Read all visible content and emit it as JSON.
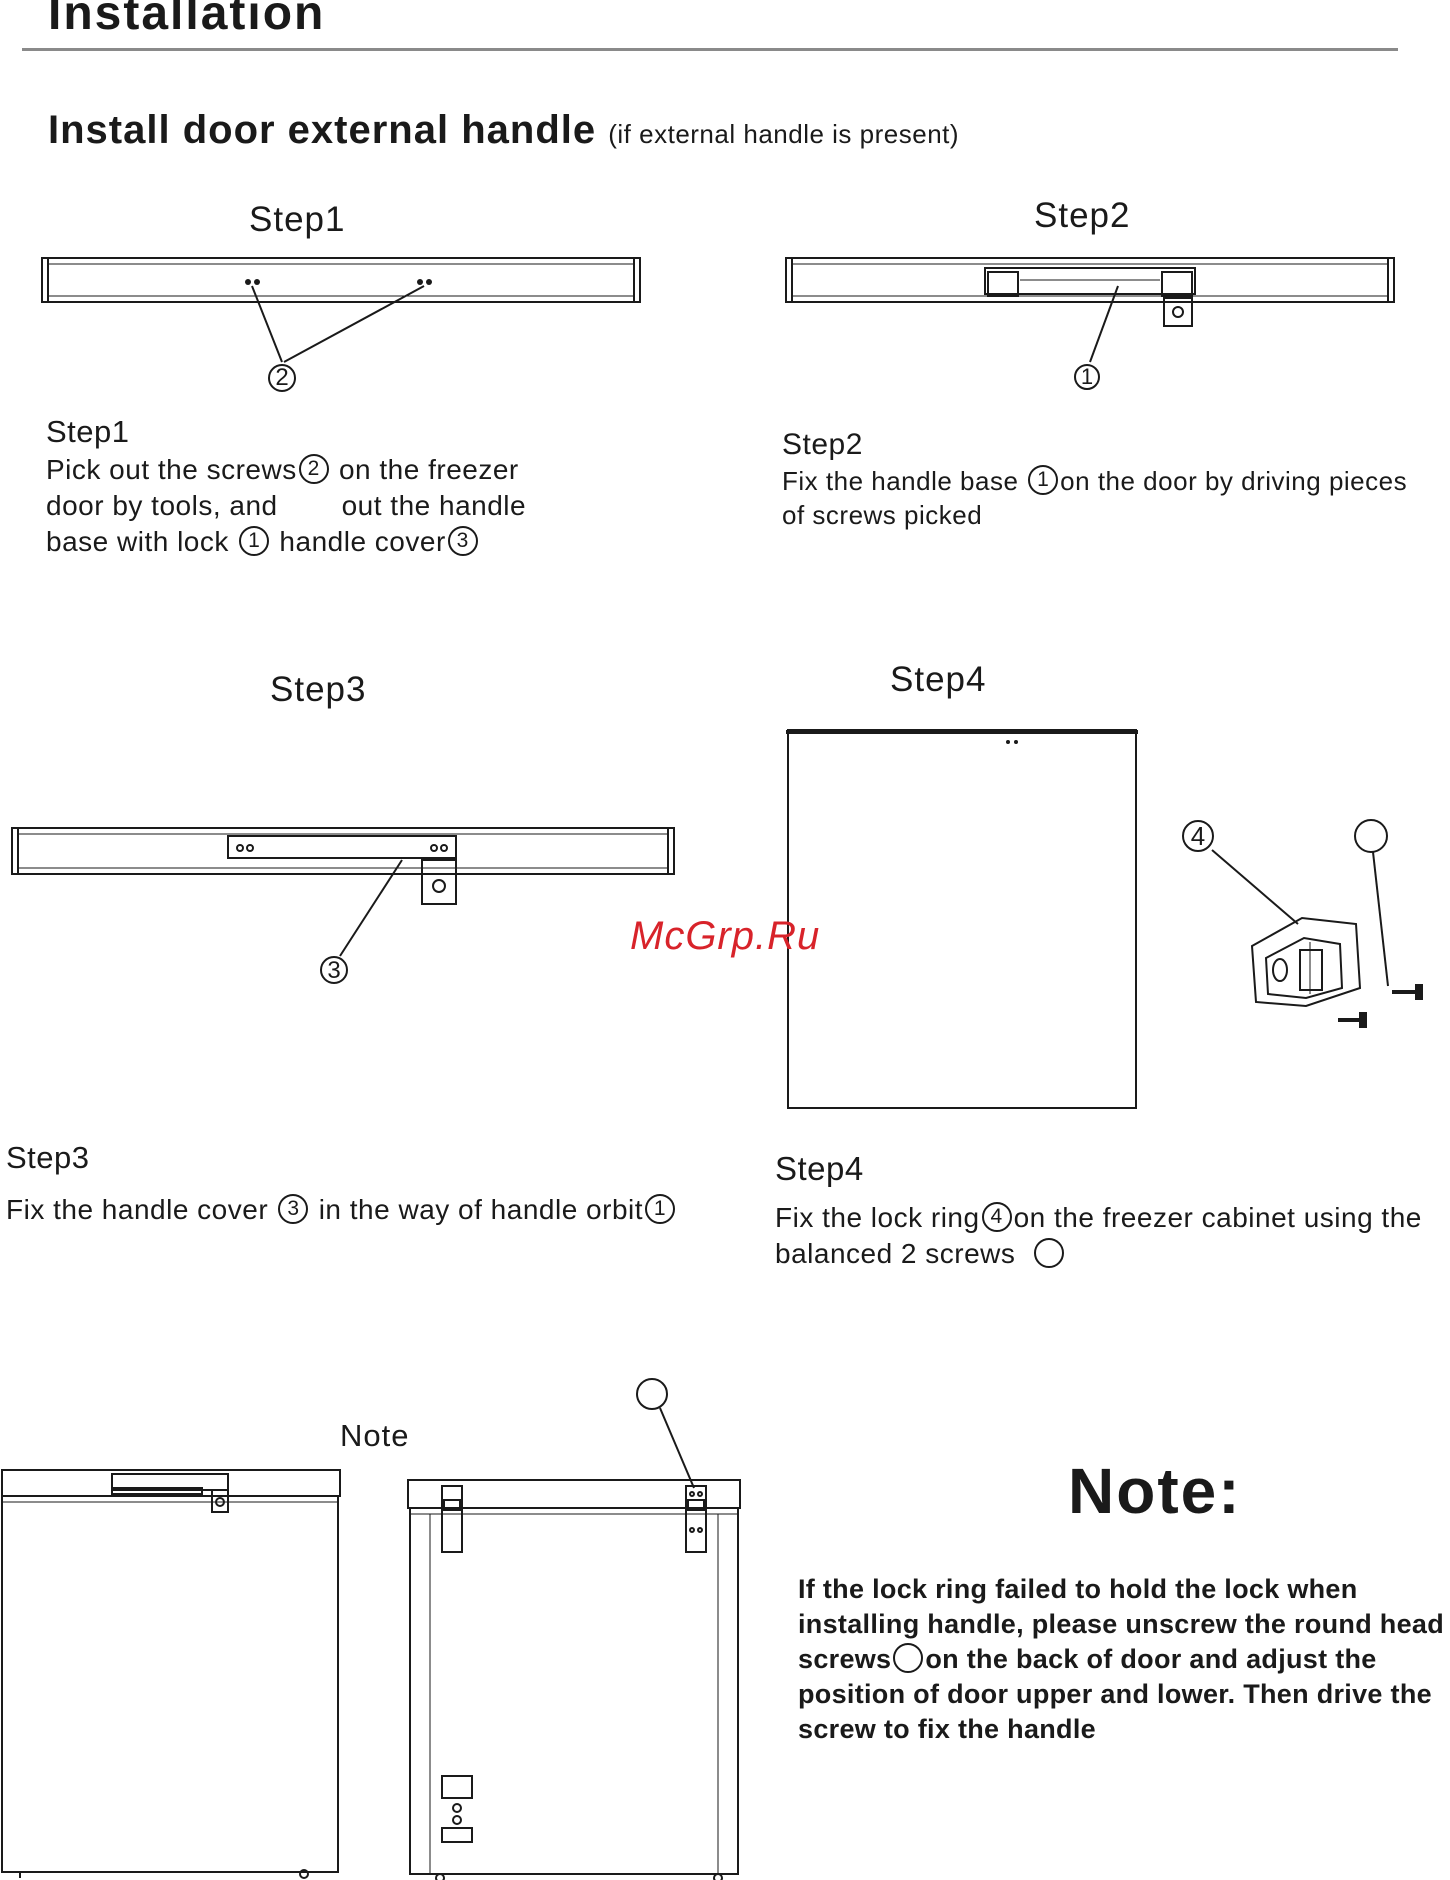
{
  "header": {
    "title": "Installation"
  },
  "section": {
    "title": "Install door external handle",
    "subtitle": "(if external handle is present)"
  },
  "step1": {
    "heading": "Step1",
    "label": "Step1",
    "line1_a": "Pick out the screws",
    "line1_mark": "2",
    "line1_b": " on the freezer",
    "line2_a": "door by tools,  and",
    "line2_b": "out  the handle",
    "line3_a": "base with lock",
    "line3_mark1": "1",
    "line3_b": " handle cover",
    "line3_mark2": "3",
    "callout": "2"
  },
  "step2": {
    "heading": "Step2",
    "label": "Step2",
    "line1_a": "Fix the handle base",
    "line1_mark": "1",
    "line1_b": "on the door by driving    pieces",
    "line2": "of screws picked",
    "callout": "1"
  },
  "step3": {
    "heading": "Step3",
    "label": "Step3",
    "line1_a": "Fix the handle cover",
    "line1_mark1": "3",
    "line1_b": " in the way of handle orbit",
    "line1_mark2": "1",
    "callout": "3"
  },
  "step4": {
    "heading": "Step4",
    "label": "Step4",
    "line1_a": "Fix the lock ring",
    "line1_mark": "4",
    "line1_b": "on the freezer cabinet using the",
    "line2_a": "balanced 2 screws",
    "callout": "4"
  },
  "note": {
    "figure_label": "Note",
    "heading": "Note:",
    "line1": "If the lock ring failed to hold the lock when",
    "line2": "installing handle, please unscrew the round head",
    "line3_a": "screws",
    "line3_b": "on the back of door and adjust the",
    "line4": "position of  door upper and lower. Then drive the",
    "line5": "screw to fix the handle"
  },
  "watermark": "McGrp.Ru"
}
